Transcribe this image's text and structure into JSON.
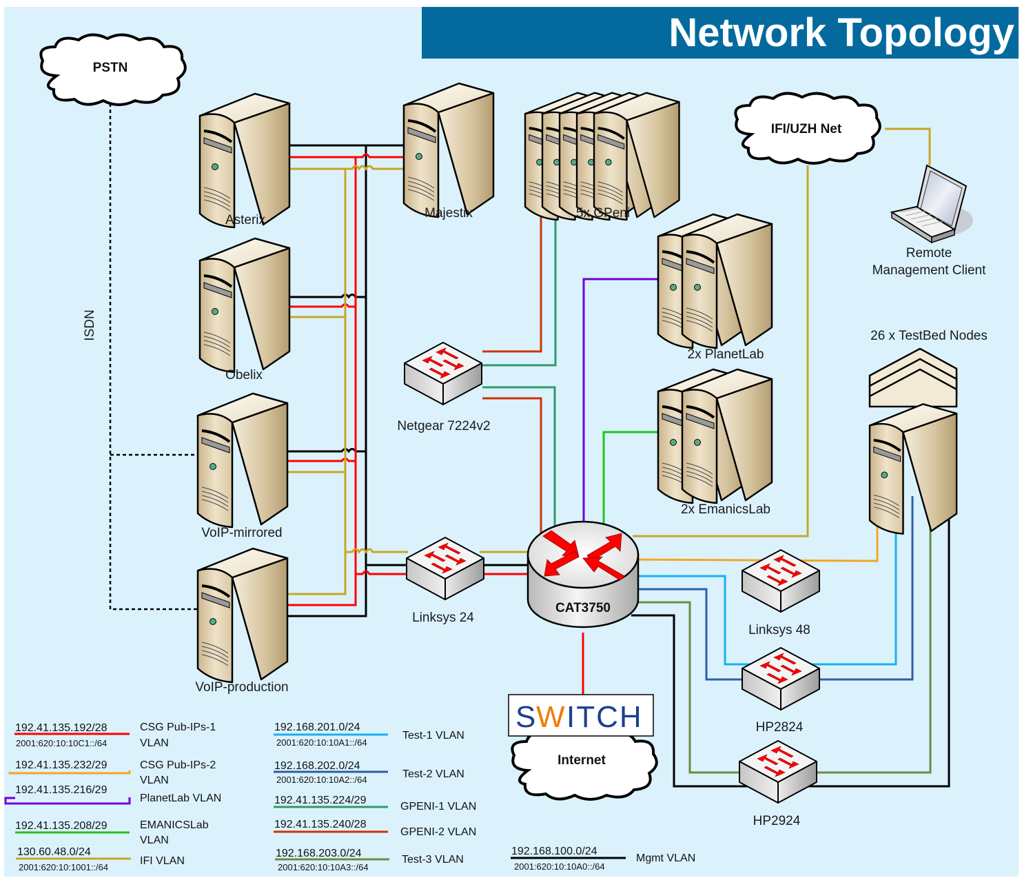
{
  "title": "Network Topology",
  "colors": {
    "background": "#dbf2fd",
    "title_bar": "#046a9e",
    "csg1": "#ff0000",
    "csg2": "#f5a623",
    "planetlab": "#7000d8",
    "emanicslab": "#22c41c",
    "ifi": "#c8a524",
    "test1": "#16b1ee",
    "test2": "#2c5fa8",
    "gpeni1": "#2e9a6a",
    "gpeni2": "#cc3300",
    "test3": "#6b8c42",
    "mgmt": "#000000",
    "switch_logo_blue": "#1c3f8f",
    "switch_logo_orange": "#f07d00"
  },
  "clouds": {
    "pstn": "PSTN",
    "ifi_uzh": "IFI/UZH Net",
    "internet": "Internet"
  },
  "labels": {
    "isdn": "ISDN",
    "asterix": "Asterix",
    "majestix": "Majestix",
    "gpeni": "5x GPeni",
    "obelix": "Obelix",
    "voip_mirrored": "VoIP-mirrored",
    "voip_production": "VoIP-production",
    "netgear": "Netgear 7224v2",
    "linksys24": "Linksys 24",
    "cat3750": "CAT3750",
    "planetlab": "2x PlanetLab",
    "emanicslab": "2x EmanicsLab",
    "remote_line1": "Remote",
    "remote_line2": "Management Client",
    "testbed": "26 x TestBed Nodes",
    "linksys48": "Linksys 48",
    "hp2824": "HP2824",
    "hp2924": "HP2924",
    "switch_logo_s": "S",
    "switch_logo_w": "W",
    "switch_logo_rest": "ITCH"
  },
  "legend": [
    {
      "ipv4": "192.41.135.192/28",
      "ipv6": "2001:620:10:10C1::/64",
      "name_line1": "CSG Pub-IPs-1",
      "name_line2": "VLAN",
      "color_key": "csg1"
    },
    {
      "ipv4": "192.41.135.232/29",
      "ipv6": "",
      "name_line1": "CSG Pub-IPs-2",
      "name_line2": "VLAN",
      "color_key": "csg2"
    },
    {
      "ipv4": "192.41.135.216/29",
      "ipv6": "",
      "name_line1": "PlanetLab VLAN",
      "name_line2": "",
      "color_key": "planetlab"
    },
    {
      "ipv4": "192.41.135.208/29",
      "ipv6": "",
      "name_line1": "EMANICSLab",
      "name_line2": "VLAN",
      "color_key": "emanicslab"
    },
    {
      "ipv4": "130.60.48.0/24",
      "ipv6": "2001:620:10:1001::/64",
      "name_line1": "IFI VLAN",
      "name_line2": "",
      "color_key": "ifi"
    },
    {
      "ipv4": "192.168.201.0/24",
      "ipv6": "2001:620:10:10A1::/64",
      "name_line1": "Test-1 VLAN",
      "name_line2": "",
      "color_key": "test1"
    },
    {
      "ipv4": "192.168.202.0/24",
      "ipv6": "2001:620:10:10A2::/64",
      "name_line1": "Test-2 VLAN",
      "name_line2": "",
      "color_key": "test2"
    },
    {
      "ipv4": "192.41.135.224/29",
      "ipv6": "",
      "name_line1": "GPENI-1 VLAN",
      "name_line2": "",
      "color_key": "gpeni1"
    },
    {
      "ipv4": "192.41.135.240/28",
      "ipv6": "",
      "name_line1": "GPENI-2 VLAN",
      "name_line2": "",
      "color_key": "gpeni2"
    },
    {
      "ipv4": "192.168.203.0/24",
      "ipv6": "2001:620:10:10A3::/64",
      "name_line1": "Test-3 VLAN",
      "name_line2": "",
      "color_key": "test3"
    },
    {
      "ipv4": "192.168.100.0/24",
      "ipv6": "2001:620:10:10A0::/64",
      "name_line1": "Mgmt VLAN",
      "name_line2": "",
      "color_key": "mgmt"
    }
  ]
}
